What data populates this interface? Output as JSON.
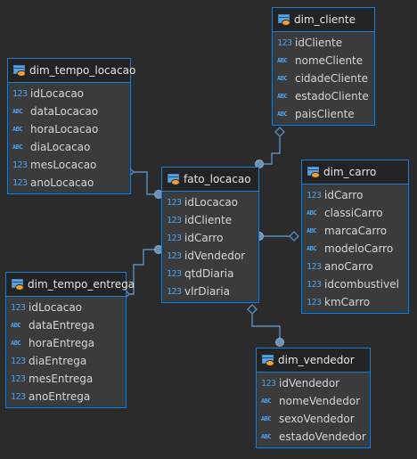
{
  "tables": [
    {
      "id": "dim_tempo_locacao",
      "name": "dim_tempo_locacao",
      "columns": [
        {
          "type_icon": "123",
          "name": "idLocacao"
        },
        {
          "type_icon": "ABC",
          "name": "dataLocacao"
        },
        {
          "type_icon": "ABC",
          "name": "horaLocacao"
        },
        {
          "type_icon": "ABC",
          "name": "diaLocacao"
        },
        {
          "type_icon": "123",
          "name": "mesLocacao"
        },
        {
          "type_icon": "123",
          "name": "anoLocacao"
        }
      ]
    },
    {
      "id": "dim_cliente",
      "name": "dim_cliente",
      "columns": [
        {
          "type_icon": "123",
          "name": "idCliente"
        },
        {
          "type_icon": "ABC",
          "name": "nomeCliente"
        },
        {
          "type_icon": "ABC",
          "name": "cidadeCliente"
        },
        {
          "type_icon": "ABC",
          "name": "estadoCliente"
        },
        {
          "type_icon": "ABC",
          "name": "paisCliente"
        }
      ]
    },
    {
      "id": "fato_locacao",
      "name": "fato_locacao",
      "columns": [
        {
          "type_icon": "123",
          "name": "idLocacao"
        },
        {
          "type_icon": "123",
          "name": "idCliente"
        },
        {
          "type_icon": "123",
          "name": "idCarro"
        },
        {
          "type_icon": "123",
          "name": "idVendedor"
        },
        {
          "type_icon": "123",
          "name": "qtdDiaria"
        },
        {
          "type_icon": "123",
          "name": "vlrDiaria"
        }
      ]
    },
    {
      "id": "dim_carro",
      "name": "dim_carro",
      "columns": [
        {
          "type_icon": "123",
          "name": "idCarro"
        },
        {
          "type_icon": "ABC",
          "name": "classiCarro"
        },
        {
          "type_icon": "ABC",
          "name": "marcaCarro"
        },
        {
          "type_icon": "ABC",
          "name": "modeloCarro"
        },
        {
          "type_icon": "123",
          "name": "anoCarro"
        },
        {
          "type_icon": "123",
          "name": "idcombustivel"
        },
        {
          "type_icon": "123",
          "name": "kmCarro"
        }
      ]
    },
    {
      "id": "dim_tempo_entrega",
      "name": "dim_tempo_entrega",
      "columns": [
        {
          "type_icon": "123",
          "name": "idLocacao"
        },
        {
          "type_icon": "ABC",
          "name": "dataEntrega"
        },
        {
          "type_icon": "ABC",
          "name": "horaEntrega"
        },
        {
          "type_icon": "123",
          "name": "diaEntrega"
        },
        {
          "type_icon": "123",
          "name": "mesEntrega"
        },
        {
          "type_icon": "123",
          "name": "anoEntrega"
        }
      ]
    },
    {
      "id": "dim_vendedor",
      "name": "dim_vendedor",
      "columns": [
        {
          "type_icon": "123",
          "name": "idVendedor"
        },
        {
          "type_icon": "ABC",
          "name": "nomeVendedor"
        },
        {
          "type_icon": "ABC",
          "name": "sexoVendedor"
        },
        {
          "type_icon": "ABC",
          "name": "estadoVendedor"
        }
      ]
    }
  ],
  "relationships": [
    {
      "from": "dim_tempo_locacao",
      "to": "fato_locacao"
    },
    {
      "from": "dim_cliente",
      "to": "fato_locacao"
    },
    {
      "from": "dim_carro",
      "to": "fato_locacao"
    },
    {
      "from": "dim_tempo_entrega",
      "to": "fato_locacao"
    },
    {
      "from": "dim_vendedor",
      "to": "fato_locacao"
    }
  ],
  "colors": {
    "background": "#2b2b2b",
    "table_border": "#1a7fd4",
    "connector": "#5a8fc0",
    "type_icon": "#4aa3f0"
  }
}
